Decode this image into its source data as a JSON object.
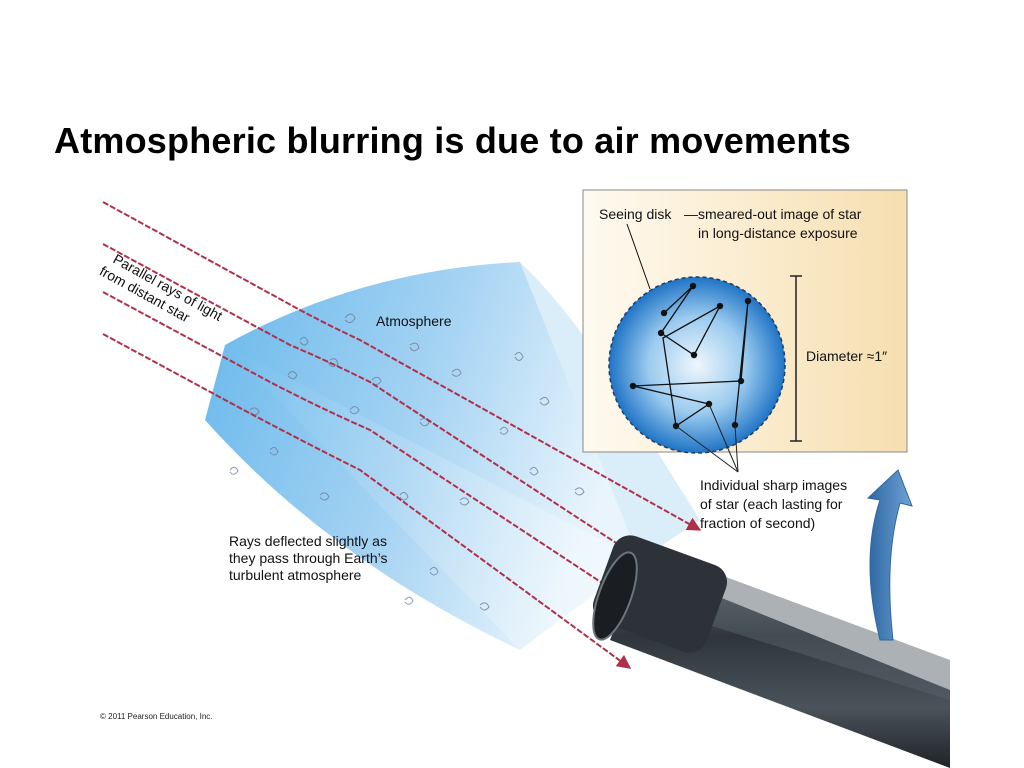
{
  "title": "Atmospheric blurring is due to air movements",
  "labels": {
    "rays_line1": "Parallel rays of light",
    "rays_line2": "from distant star",
    "atmosphere": "Atmosphere",
    "deflected_line1": "Rays deflected slightly as",
    "deflected_line2": "they pass through Earth’s",
    "deflected_line3": "turbulent atmosphere",
    "seeing_disk": "Seeing disk",
    "seeing_dash": "—",
    "seeing_desc_line1": "smeared-out image of star",
    "seeing_desc_line2": "in long-distance exposure",
    "diameter": "Diameter ≈1″",
    "sharp_line1": "Individual sharp images",
    "sharp_line2": "of star (each lasting for",
    "sharp_line3": "fraction of second)"
  },
  "copyright": "© 2011 Pearson Education, Inc.",
  "colors": {
    "ray": "#b0304a",
    "atmosphere_light": "#cfe6f6",
    "atmosphere_dark": "#3b9ee0",
    "inset_bg": "#fbeed3",
    "disk_center": "#e9f4fc",
    "disk_edge": "#1f78c8",
    "arrow": "#4d86bf",
    "telescope": "#3c4248"
  },
  "icons": [
    "telescope-icon",
    "curved-arrow-icon"
  ]
}
